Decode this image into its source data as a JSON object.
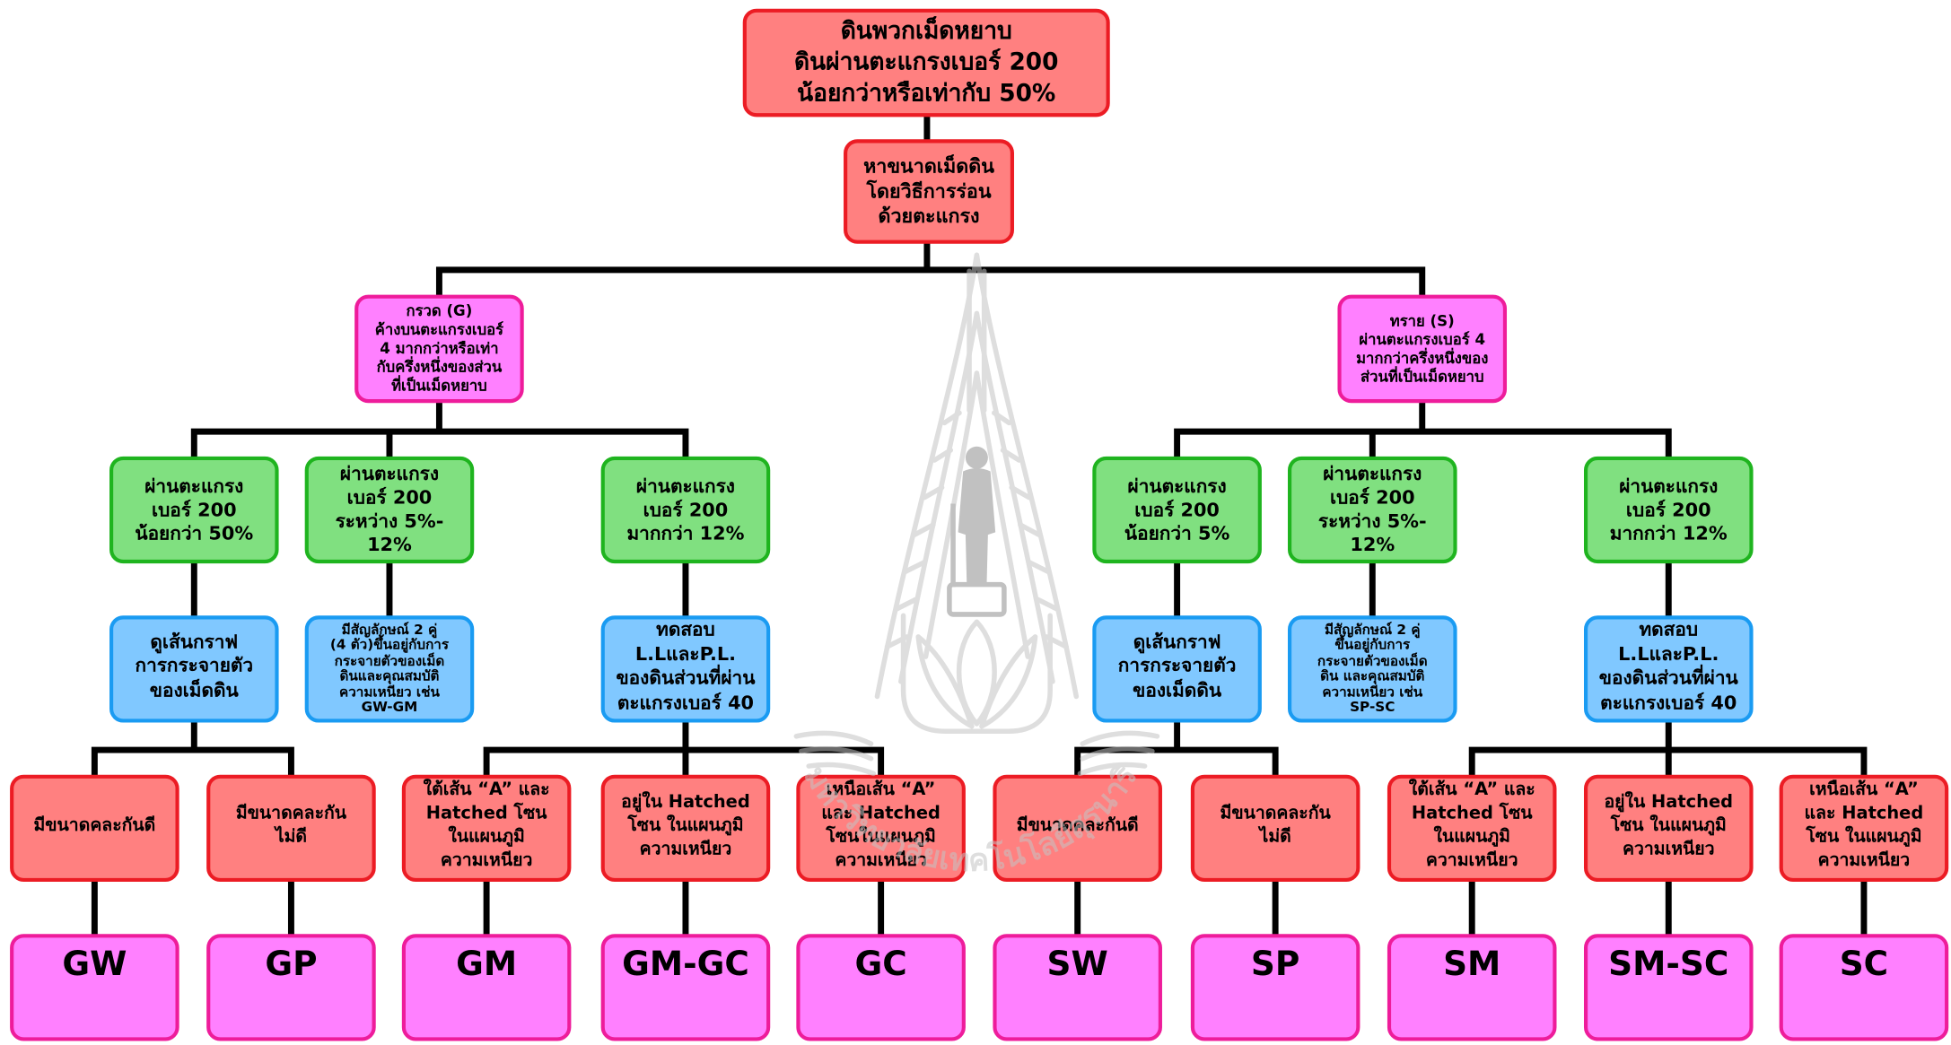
{
  "root": {
    "text": "ดินพวกเม็ดหยาบ\nดินผ่านตะแกรงเบอร์ 200\nน้อยกว่าหรือเท่ากับ 50%"
  },
  "method": {
    "text": "หาขนาดเม็ดดิน\nโดยวิธีการร่อน\nด้วยตะแกรง"
  },
  "gravel": {
    "category": "กรวด (G)\nค้างบนตะแกรงเบอร์\n4 มากกว่าหรือเท่า\nกับครึ่งหนึ่งของส่วน\nที่เป็นเม็ดหยาบ",
    "passing_200": [
      "ผ่านตะแกรง\nเบอร์ 200\nน้อยกว่า 50%",
      "ผ่านตะแกรง\nเบอร์ 200\nระหว่าง 5%-\n12%",
      "ผ่านตะแกรง\nเบอร์ 200\nมากกว่า 12%"
    ],
    "next_step": [
      "ดูเส้นกราฟ\nการกระจายตัว\nของเม็ดดิน",
      "มีสัญลักษณ์ 2 คู่\n(4 ตัว)ขึ้นอยู่กับการ\nกระจายตัวของเม็ด\nดินและคุณสมบัติ\nความเหนียว เช่น\nGW-GM",
      "ทดสอบ\nL.LและP.L.\nของดินส่วนที่ผ่าน\nตะแกรงเบอร์ 40"
    ],
    "criteria": [
      "มีขนาดคละกันดี",
      "มีขนาดคละกัน\nไม่ดี",
      "ใต้เส้น “A” และ\nHatched โซน\nในแผนภูมิ\nความเหนียว",
      "อยู่ใน Hatched\nโซน ในแผนภูมิ\nความเหนียว",
      "เหนือเส้น “A”\nและ Hatched\nโซนในแผนภูมิ\nความเหนียว"
    ],
    "symbols": [
      "GW",
      "GP",
      "GM",
      "GM-GC",
      "GC"
    ]
  },
  "sand": {
    "category": "ทราย (S)\nผ่านตะแกรงเบอร์ 4\nมากกว่าครึ่งหนึ่งของ\nส่วนที่เป็นเม็ดหยาบ",
    "passing_200": [
      "ผ่านตะแกรง\nเบอร์ 200\nน้อยกว่า 5%",
      "ผ่านตะแกรง\nเบอร์ 200\nระหว่าง 5%-\n12%",
      "ผ่านตะแกรง\nเบอร์ 200\nมากกว่า 12%"
    ],
    "next_step": [
      "ดูเส้นกราฟ\nการกระจายตัว\nของเม็ดดิน",
      "มีสัญลักษณ์ 2 คู่\nขึ้นอยู่กับการ\nกระจายตัวของเม็ด\nดิน และคุณสมบัติ\nความเหนียว เช่น\nSP-SC",
      "ทดสอบ\nL.LและP.L.\nของดินส่วนที่ผ่าน\nตะแกรงเบอร์ 40"
    ],
    "criteria": [
      "มีขนาดคละกันดี",
      "มีขนาดคละกัน\nไม่ดี",
      "ใต้เส้น “A” และ\nHatched โซน\nในแผนภูมิ\nความเหนียว",
      "อยู่ใน Hatched\nโซน ในแผนภูมิ\nความเหนียว",
      "เหนือเส้น “A”\nและ Hatched\nโซน ในแผนภูมิ\nความเหนียว"
    ],
    "symbols": [
      "SW",
      "SP",
      "SM",
      "SM-SC",
      "SC"
    ]
  },
  "watermark": {
    "text": "มหาวิทยาลัยเทคโนโลยีสุรนารี"
  },
  "colors": {
    "red_fill": "#ff8080",
    "red_border": "#ec1c24",
    "magenta_fill": "#ff80ff",
    "magenta_border": "#ee1c9b",
    "green_fill": "#80e080",
    "green_border": "#1fb41f",
    "blue_fill": "#80c8ff",
    "blue_border": "#1a9bf2",
    "connector": "#000000",
    "watermark": "#c4c4c4",
    "watermark_figure": "#8e8e8e"
  }
}
